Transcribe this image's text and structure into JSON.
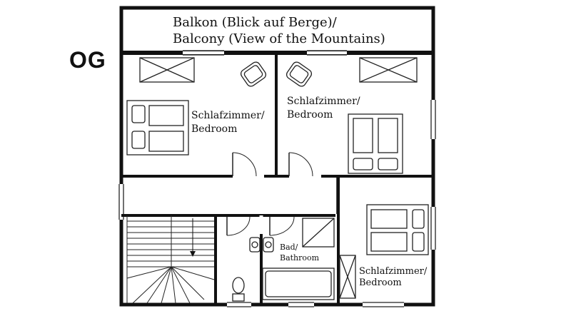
{
  "floor_label": "OG",
  "balcony": {
    "line1": "Balkon (Blick auf Berge)/",
    "line2": "Balcony (View of the Mountains)"
  },
  "rooms": {
    "bedroom_top_left": {
      "line1": "Schlafzimmer/",
      "line2": "Bedroom"
    },
    "bedroom_top_right": {
      "line1": "Schlafzimmer/",
      "line2": "Bedroom"
    },
    "bathroom": {
      "line1": "Bad/",
      "line2": "Bathroom"
    },
    "bedroom_bottom_right": {
      "line1": "Schlafzimmer/",
      "line2": "Bedroom"
    }
  },
  "colors": {
    "wall": "#111111",
    "line": "#222222",
    "background": "#ffffff"
  }
}
